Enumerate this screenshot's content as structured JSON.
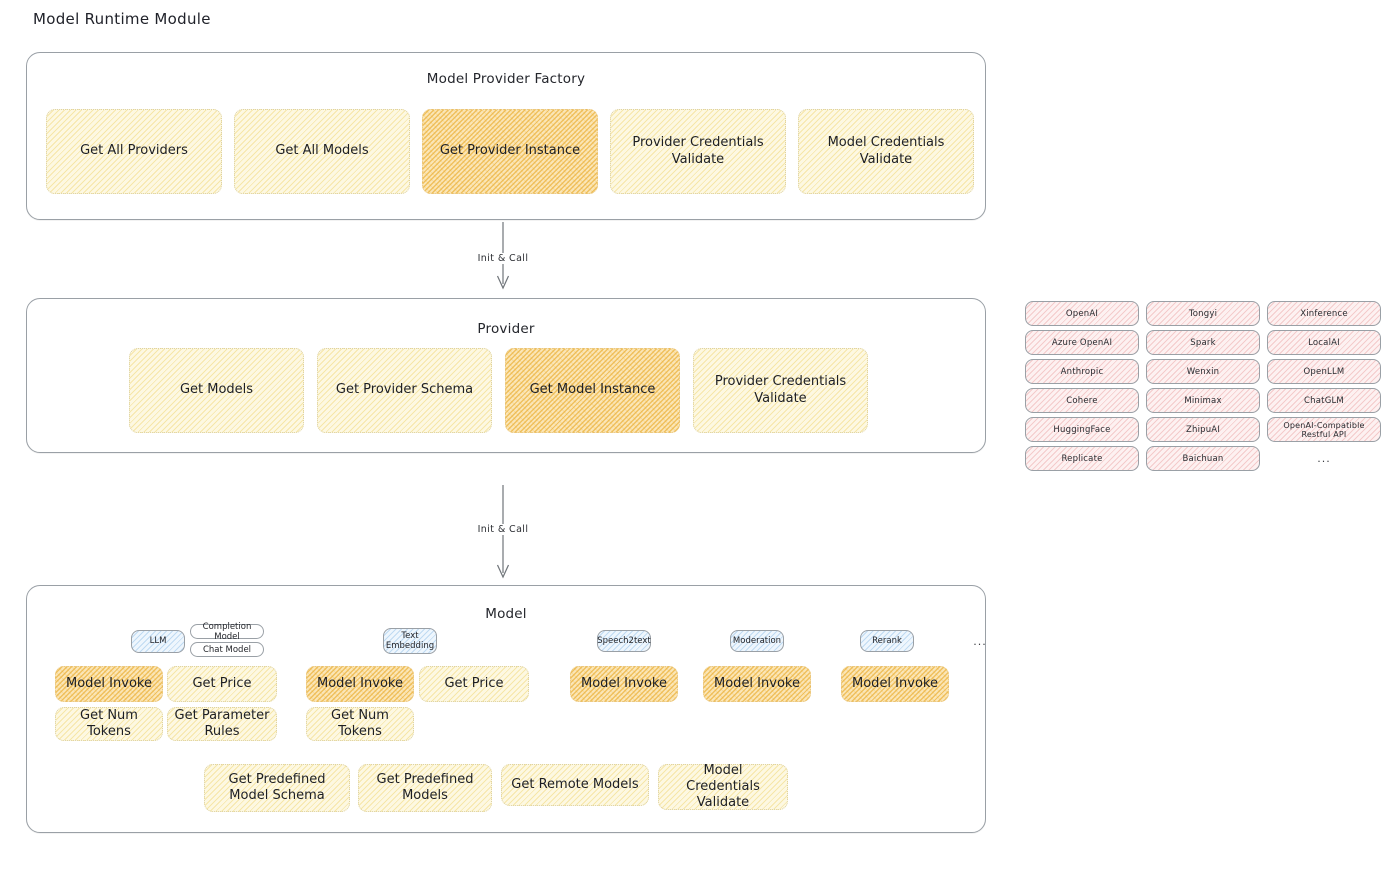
{
  "page": {
    "title": "Model Runtime Module"
  },
  "sections": {
    "factory": {
      "title": "Model Provider Factory",
      "nodes": [
        {
          "label": "Get All Providers",
          "highlight": false
        },
        {
          "label": "Get All Models",
          "highlight": false
        },
        {
          "label": "Get Provider Instance",
          "highlight": true
        },
        {
          "label": "Provider Credentials Validate",
          "highlight": false
        },
        {
          "label": "Model Credentials Validate",
          "highlight": false
        }
      ]
    },
    "provider": {
      "title": "Provider",
      "nodes": [
        {
          "label": "Get Models",
          "highlight": false
        },
        {
          "label": "Get Provider Schema",
          "highlight": false
        },
        {
          "label": "Get Model Instance",
          "highlight": true
        },
        {
          "label": "Provider Credentials Validate",
          "highlight": false
        }
      ]
    },
    "model": {
      "title": "Model",
      "types": [
        {
          "name": "LLM",
          "subtypes": [
            "Completion Model",
            "Chat Model"
          ],
          "methods": [
            {
              "label": "Model Invoke",
              "highlight": true
            },
            {
              "label": "Get Price",
              "highlight": false
            },
            {
              "label": "Get Num Tokens",
              "highlight": false
            },
            {
              "label": "Get Parameter Rules",
              "highlight": false
            }
          ]
        },
        {
          "name": "Text Embedding",
          "subtypes": [],
          "methods": [
            {
              "label": "Model Invoke",
              "highlight": true
            },
            {
              "label": "Get Price",
              "highlight": false
            },
            {
              "label": "Get Num Tokens",
              "highlight": false
            }
          ]
        },
        {
          "name": "Speech2text",
          "subtypes": [],
          "methods": [
            {
              "label": "Model Invoke",
              "highlight": true
            }
          ]
        },
        {
          "name": "Moderation",
          "subtypes": [],
          "methods": [
            {
              "label": "Model Invoke",
              "highlight": true
            }
          ]
        },
        {
          "name": "Rerank",
          "subtypes": [],
          "methods": [
            {
              "label": "Model Invoke",
              "highlight": true
            }
          ]
        }
      ],
      "more_types": "...",
      "shared_methods": [
        {
          "label": "Get Predefined Model Schema",
          "highlight": false
        },
        {
          "label": "Get Predefined Models",
          "highlight": false
        },
        {
          "label": "Get Remote Models",
          "highlight": false
        },
        {
          "label": "Model Credentials Validate",
          "highlight": false
        }
      ]
    }
  },
  "arrows": [
    {
      "label": "Init & Call"
    },
    {
      "label": "Init & Call"
    }
  ],
  "provider_list": {
    "columns": [
      [
        "OpenAI",
        "Azure OpenAI",
        "Anthropic",
        "Cohere",
        "HuggingFace",
        "Replicate"
      ],
      [
        "Tongyi",
        "Spark",
        "Wenxin",
        "Minimax",
        "ZhipuAI",
        "Baichuan"
      ],
      [
        "Xinference",
        "LocalAI",
        "OpenLLM",
        "ChatGLM",
        "OpenAI-Compatible Restful API"
      ]
    ],
    "more": "..."
  },
  "colors": {
    "node_fill": "#fdf8e2",
    "node_highlight_fill": "#fbe6b7",
    "provider_pill_fill": "#fdf1f1",
    "model_type_pill_fill": "#eef6fd",
    "border": "#9aa0a6",
    "text": "#1d1f24"
  }
}
